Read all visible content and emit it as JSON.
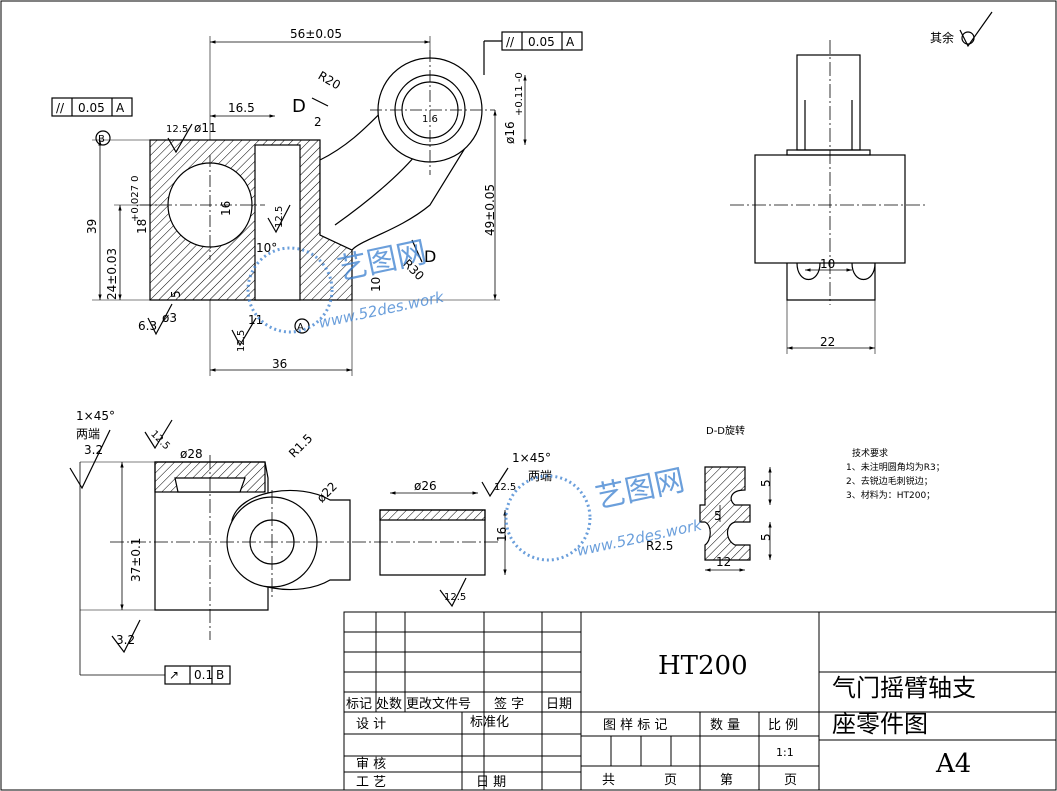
{
  "roughness_other": "其余",
  "tech_req": {
    "title": "技术要求",
    "items": [
      "1、未注明圆角均为R3；",
      "2、去锐边毛刺锐边；",
      "3、材料为：HT200；"
    ]
  },
  "section_label": "D-D旋转",
  "dims": {
    "d56": "56±0.05",
    "d16_5": "16.5",
    "d11": "ø11",
    "d39": "39",
    "d24": "24±0.03",
    "d18": "18",
    "d18_tol": "+0.027 0",
    "d49": "49±0.05",
    "d36": "36",
    "d10": "10",
    "d5": "5",
    "d3": "ø3",
    "d16v": "16",
    "d16_h": "ø16",
    "d16_tol": "+0.11 -0",
    "r20": "R20",
    "r30": "R30",
    "d2": "2",
    "d10deg": "10°",
    "d11b": "11",
    "d1_6": "1.6",
    "d12_5": "12.5",
    "d6_3": "6.3",
    "d22": "22",
    "d10w": "10",
    "chamfer": "1×45°",
    "both_ends": "两端",
    "d3_2": "3.2",
    "d28": "ø28",
    "r1_5": "R1.5",
    "d22r": "ø22",
    "d26": "ø26",
    "d37": "37±0.1",
    "d16r": "16",
    "r2_5": "R2.5",
    "d12": "12",
    "d5b": "5",
    "d0_1": "0.1",
    "letter_b": "B",
    "letter_a": "A",
    "letter_d": "D",
    "d0_05": "0.05"
  },
  "title_block": {
    "material": "HT200",
    "part_name_1": "气门摇臂轴支",
    "part_name_2": "座零件图",
    "sheet_size": "A4",
    "h_mark": "标记",
    "h_count": "处数",
    "h_doc": "更改文件号",
    "h_sign": "签 字",
    "h_date": "日期",
    "design": "设 计",
    "standardize": "标准化",
    "review": "审 核",
    "process": "工 艺",
    "date": "日 期",
    "drawing_mark": "图 样 标 记",
    "quantity": "数 量",
    "scale": "比 例",
    "scale_val": "1:1",
    "total": "共",
    "page": "页",
    "no": "第",
    "page2": "页"
  },
  "watermark": {
    "name": "艺图网",
    "url": "www.52des.work"
  },
  "colors": {
    "line": "#000000",
    "watermark": "#3a7fd0"
  }
}
